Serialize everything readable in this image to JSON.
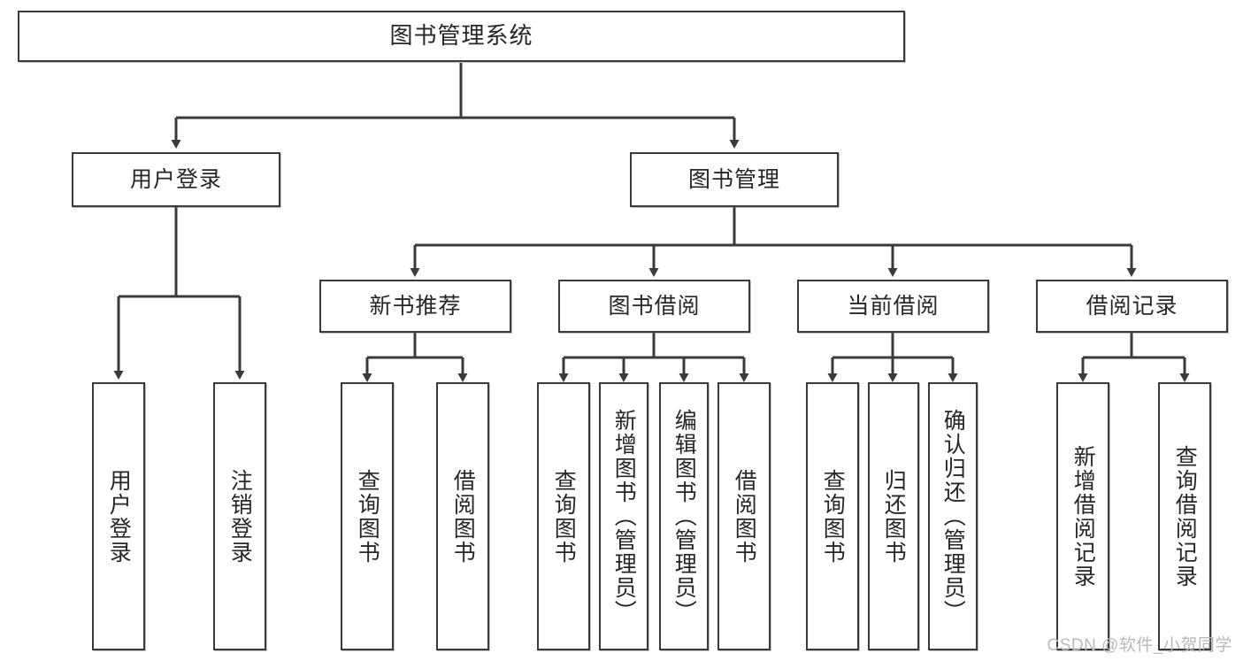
{
  "diagram": {
    "title": "图书管理系统",
    "type": "tree-structure-chart",
    "watermark": "CSDN @软件_小贺同学",
    "colors": {
      "box_border": "#3a3a3a",
      "box_fill": "#ffffff",
      "connector": "#3a3a3a",
      "text": "#262626",
      "watermark": "#b9b9b9"
    },
    "root": {
      "label": "图书管理系统"
    },
    "level2": [
      {
        "id": "user-login",
        "label": "用户登录"
      },
      {
        "id": "book-manage",
        "label": "图书管理"
      }
    ],
    "level3": [
      {
        "id": "new-book-rec",
        "label": "新书推荐"
      },
      {
        "id": "book-borrow",
        "label": "图书借阅"
      },
      {
        "id": "current-borrow",
        "label": "当前借阅"
      },
      {
        "id": "borrow-record",
        "label": "借阅记录"
      }
    ],
    "leaves": {
      "user-login": [
        {
          "id": "leaf-user-login",
          "label": "用户登录"
        },
        {
          "id": "leaf-user-logout",
          "label": "注销登录"
        }
      ],
      "new-book-rec": [
        {
          "id": "leaf-query-book-1",
          "label": "查询图书"
        },
        {
          "id": "leaf-borrow-book-1",
          "label": "借阅图书"
        }
      ],
      "book-borrow": [
        {
          "id": "leaf-query-book-2",
          "label": "查询图书"
        },
        {
          "id": "leaf-add-book",
          "label": "新增图书（管理员）"
        },
        {
          "id": "leaf-edit-book",
          "label": "编辑图书（管理员）"
        },
        {
          "id": "leaf-borrow-book-2",
          "label": "借阅图书"
        }
      ],
      "current-borrow": [
        {
          "id": "leaf-query-book-3",
          "label": "查询图书"
        },
        {
          "id": "leaf-return-book",
          "label": "归还图书"
        },
        {
          "id": "leaf-confirm-return",
          "label": "确认归还（管理员）"
        }
      ],
      "borrow-record": [
        {
          "id": "leaf-add-record",
          "label": "新增借阅记录"
        },
        {
          "id": "leaf-query-record",
          "label": "查询借阅记录"
        }
      ]
    }
  }
}
